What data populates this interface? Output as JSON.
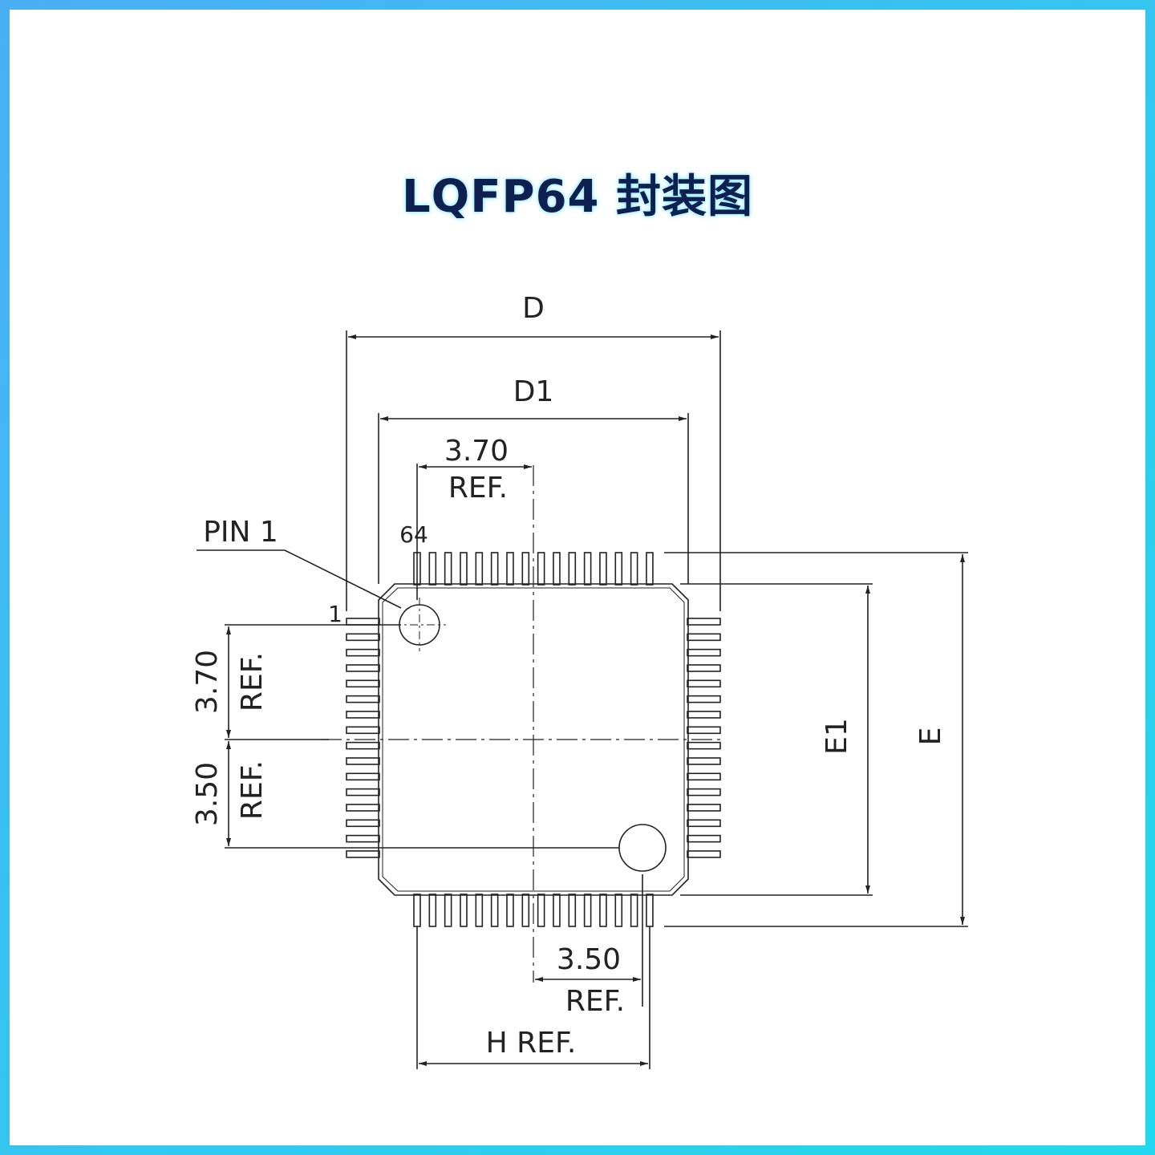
{
  "title": "LQFP64 封装图",
  "diagram": {
    "labels": {
      "D": "D",
      "D1": "D1",
      "E": "E",
      "E1": "E1",
      "pin1": "PIN 1",
      "pin_first": "1",
      "pin_last": "64",
      "top_ref_value": "3.70",
      "top_ref": "REF.",
      "left_ref_value_upper": "3.70",
      "left_ref_upper": "REF.",
      "left_ref_value_lower": "3.50",
      "left_ref_lower": "REF.",
      "bottom_ref_value": "3.50",
      "bottom_ref": "REF.",
      "h_ref": "H REF."
    },
    "pins_per_side": 16,
    "colors": {
      "line": "#222222",
      "frame": "#4aaef5",
      "title": "#0f1f4f"
    }
  }
}
